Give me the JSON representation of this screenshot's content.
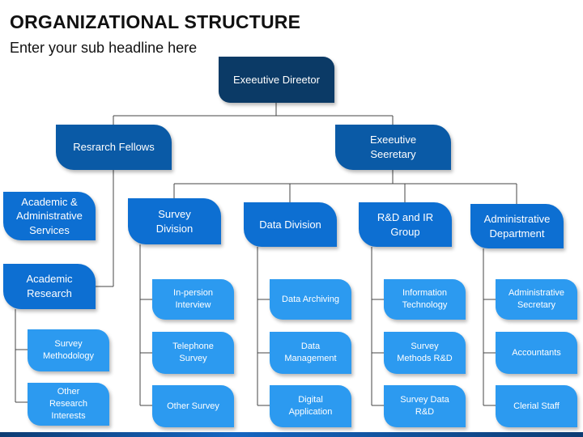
{
  "header": {
    "title": "ORGANIZATIONAL STRUCTURE",
    "subtitle": "Enter your sub headline here"
  },
  "org": {
    "top": "Exeeutive Direetor",
    "fellows": "Resrarch Fellows",
    "secretary": "Exeeutive\nSeeretary",
    "academic_admin": "Academic &\nAdministrative\nServices",
    "academic_research": "Academic\nResearch",
    "academic_children": [
      "Survey\nMethodology",
      "Other\nResearch\nInterests"
    ],
    "divisions": [
      {
        "label": "Survey\nDivision",
        "children": [
          "In-persion\nInterview",
          "Telephone\nSurvey",
          "Other Survey"
        ]
      },
      {
        "label": "Data Division",
        "children": [
          "Data Archiving",
          "Data\nManagement",
          "Digital\nApplication"
        ]
      },
      {
        "label": "R&D and IR\nGroup",
        "children": [
          "Information\nTechnology",
          "Survey\nMethods R&D",
          "Survey Data\nR&D"
        ]
      },
      {
        "label": "Administrative\nDepartment",
        "children": [
          "Administrative\nSecretary",
          "Accountants",
          "Clerial Staff"
        ]
      }
    ]
  },
  "colors": {
    "level0": "#0b3a66",
    "level1": "#0a5aa6",
    "level2": "#0d6fd2",
    "level3": "#2c9af0",
    "connector": "#444444"
  }
}
